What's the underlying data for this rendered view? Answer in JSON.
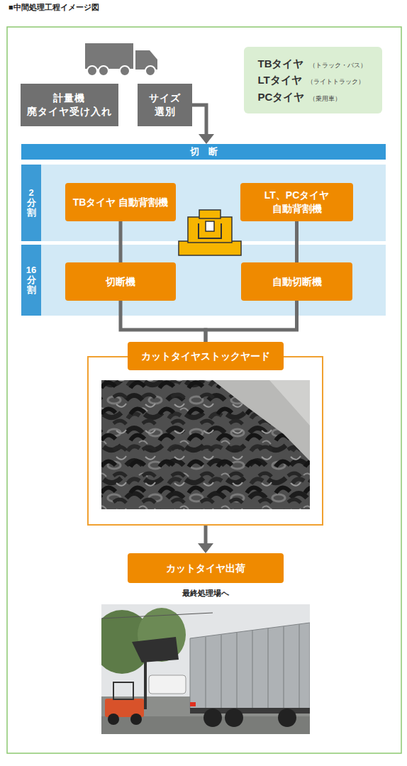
{
  "diagram": {
    "title": "■中間処理工程イメージ図",
    "nodes": [
      {
        "text": [
          "計量機 廃タイヤ受け入れ"
        ]
      },
      {
        "text": [
          "サイズ 選別"
        ]
      },
      {
        "text": [
          "TBタイヤ",
          "（トラック・バス）",
          "LTタイヤ",
          "（ライトトラック）",
          "PCタイヤ",
          "（乗用車）"
        ]
      },
      {
        "text": [
          "切　断"
        ]
      },
      {
        "text": [
          "2分割"
        ]
      },
      {
        "text": [
          "TBタイヤ 自動背割機"
        ],
        "in": 4
      },
      {
        "text": [
          "LT、PCタイヤ 自動背割機"
        ],
        "in": 4
      },
      {
        "text": [
          "16分割"
        ]
      },
      {
        "text": [
          "切断機"
        ],
        "in": 7
      },
      {
        "text": [
          "自動切断機"
        ],
        "in": 7
      },
      {
        "text": [
          "カットタイヤストックヤード"
        ]
      },
      {
        "text": [
          "カットタイヤ出荷"
        ]
      }
    ],
    "edges": [
      {
        "from": 1,
        "to": 3,
        "arrow": "to"
      },
      {
        "from": 5,
        "to": 8,
        "arrow": "none"
      },
      {
        "from": 6,
        "to": 9,
        "arrow": "none"
      },
      {
        "from": 8,
        "to": 10,
        "arrow": "none"
      },
      {
        "from": 9,
        "to": 10,
        "arrow": "none"
      },
      {
        "from": 10,
        "to": 11,
        "arrow": "to"
      }
    ],
    "labels": [
      "最終処理場へ"
    ]
  }
}
